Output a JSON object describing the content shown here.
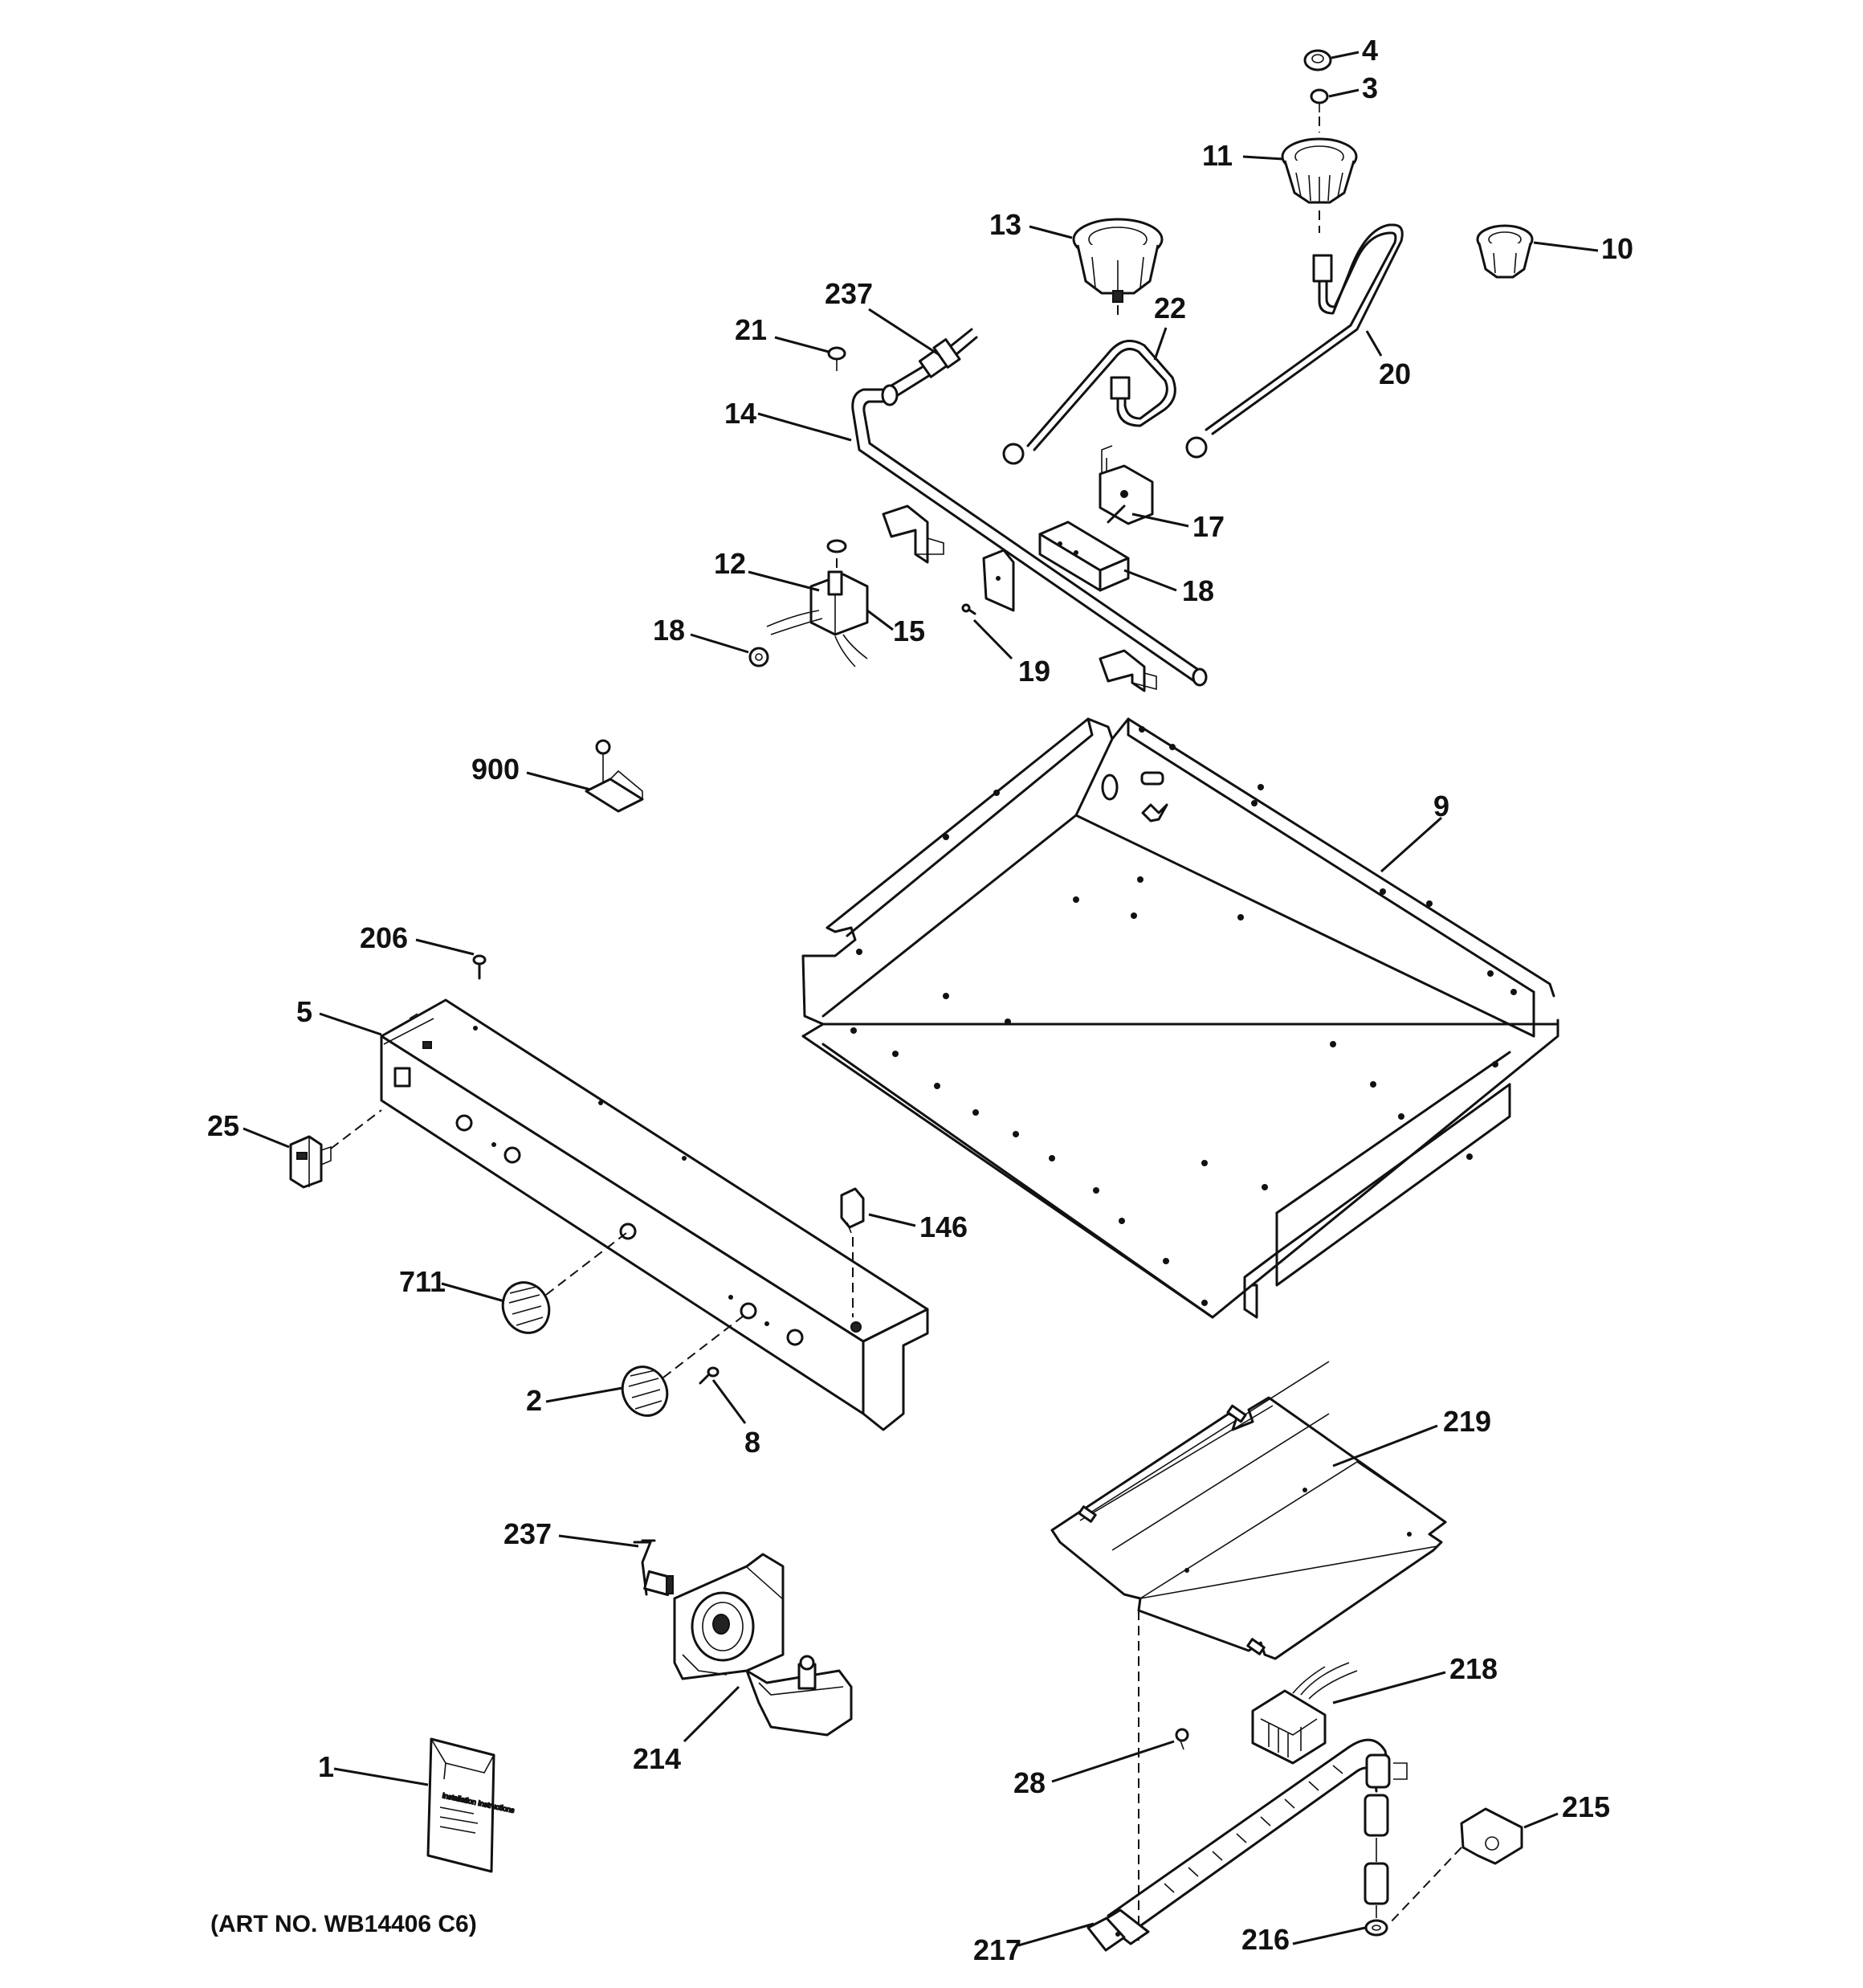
{
  "callouts": {
    "c4": "4",
    "c3": "3",
    "c11": "11",
    "c13": "13",
    "c10": "10",
    "c237a": "237",
    "c21": "21",
    "c22": "22",
    "c20": "20",
    "c14": "14",
    "c17": "17",
    "c12": "12",
    "c18a": "18",
    "c18b": "18",
    "c15": "15",
    "c19": "19",
    "c900": "900",
    "c9": "9",
    "c206": "206",
    "c5": "5",
    "c25": "25",
    "c146": "146",
    "c711": "711",
    "c2": "2",
    "c8": "8",
    "c219": "219",
    "c237b": "237",
    "c218": "218",
    "c214": "214",
    "c1": "1",
    "c28": "28",
    "c215": "215",
    "c217": "217",
    "c216": "216"
  },
  "caption": "(ART NO. WB14406 C6)",
  "envelope_text": "Installation Instructions"
}
